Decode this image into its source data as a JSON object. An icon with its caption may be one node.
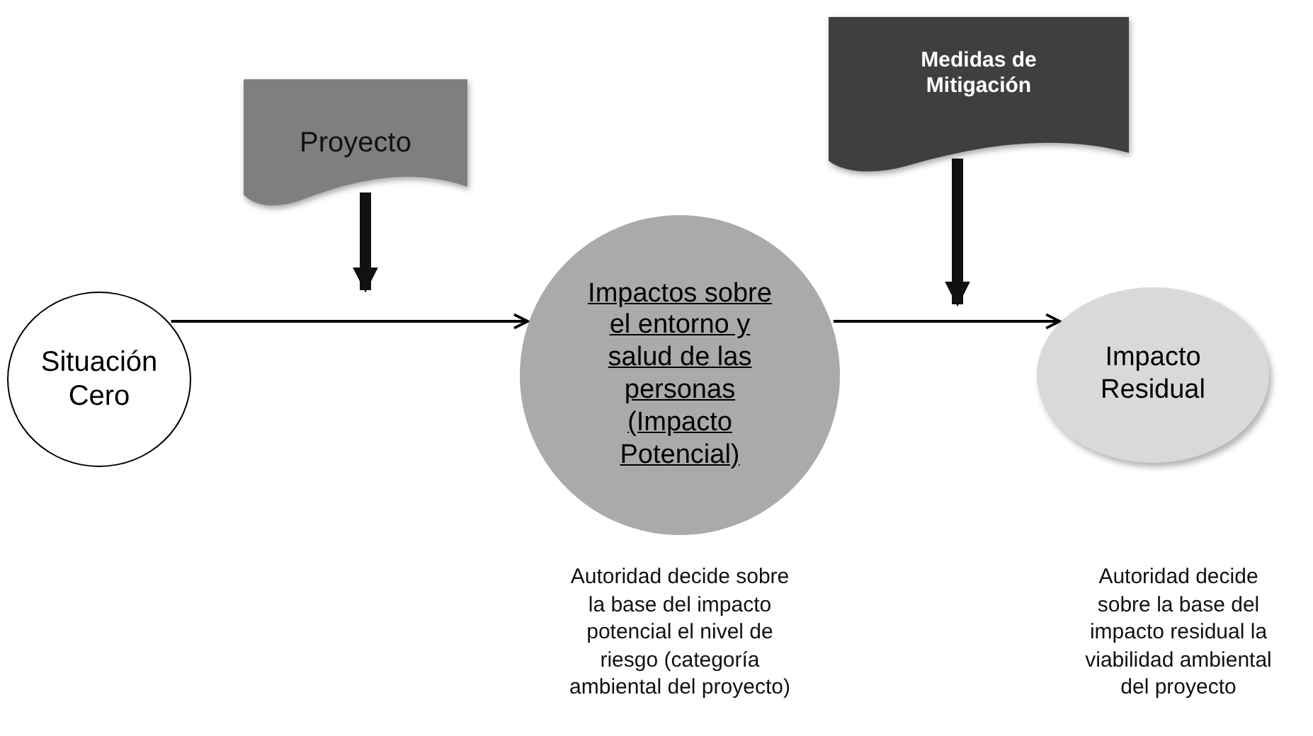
{
  "diagram": {
    "nodes": [
      {
        "text": [
          "Proyecto"
        ]
      },
      {
        "text": [
          "Medidas de Mitigación"
        ]
      },
      {
        "text": [
          "Situación Cero"
        ]
      },
      {
        "text": [
          "Impactos sobre el entorno y salud de las personas (Impacto Potencial)"
        ],
        "beside": [
          "Autoridad decide sobre la base del impacto potencial el nivel de riesgo (categoría ambiental del proyecto)"
        ]
      },
      {
        "text": [
          "Impacto Residual"
        ]
      }
    ],
    "edges": [
      {
        "from": 2,
        "to": 3,
        "arrow": "to"
      },
      {
        "from": 3,
        "to": 4,
        "arrow": "to"
      },
      {
        "from": 0,
        "to": null,
        "arrow": "to",
        "style": "thick"
      },
      {
        "from": 1,
        "to": null,
        "arrow": "to",
        "style": "thick"
      }
    ],
    "labels": [
      "Autoridad decide sobre la base del impacto residual la viabilidad ambiental del proyecto"
    ]
  }
}
